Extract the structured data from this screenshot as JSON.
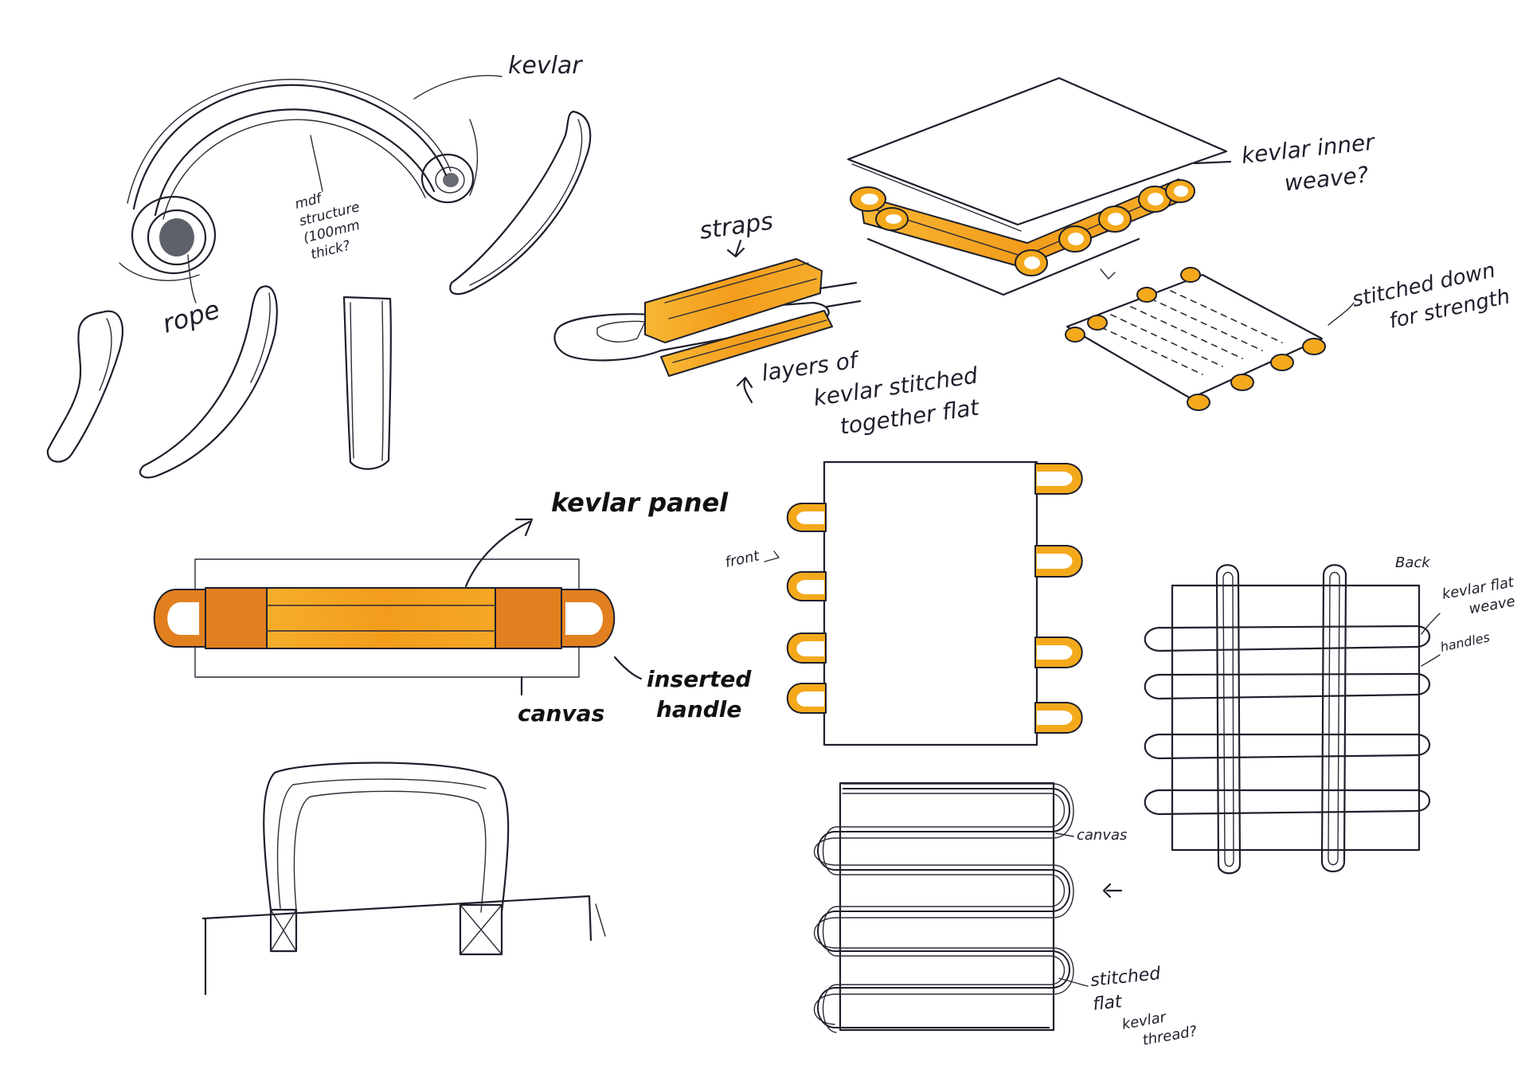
{
  "colors": {
    "ink": "#1d1f2b",
    "kevlar_fill": "#f4a91c",
    "kevlar_dark": "#e07f1e",
    "paper": "#ffffff"
  },
  "labels": {
    "handle_sketch": {
      "kevlar": "kevlar",
      "mdf_line1": "mdf",
      "mdf_line2": "structure",
      "mdf_line3": "(100mm",
      "mdf_line4": "thick?",
      "rope": "rope"
    },
    "straps_sketch": {
      "straps": "straps",
      "layers_line1": "layers of",
      "layers_line2": "kevlar stitched",
      "layers_line3": "together flat"
    },
    "layered_sketch": {
      "inner_line1": "kevlar inner",
      "inner_line2": "weave?",
      "stitched_line1": "stitched down",
      "stitched_line2": "for strength"
    },
    "panel_sketch": {
      "kevlar_panel": "kevlar panel",
      "canvas": "canvas",
      "inserted_line1": "inserted",
      "inserted_line2": "handle"
    },
    "front_sketch": {
      "front": "front"
    },
    "back_sketch": {
      "back": "Back",
      "flat_line1": "kevlar flat",
      "flat_line2": "weave",
      "handles": "handles"
    },
    "canvas_sketch": {
      "canvas": "canvas",
      "stitched_line1": "stitched",
      "stitched_line2": "flat",
      "thread_line1": "kevlar",
      "thread_line2": "thread?"
    }
  }
}
